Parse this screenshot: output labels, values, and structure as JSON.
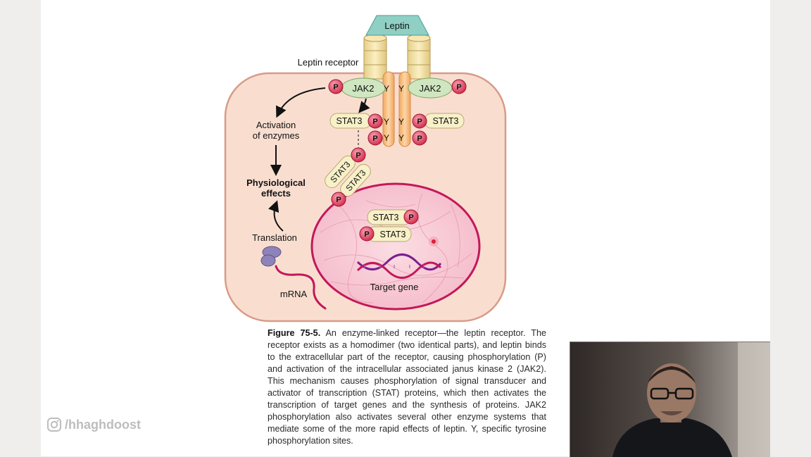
{
  "figure": {
    "labels": {
      "leptin": "Leptin",
      "leptin_receptor": "Leptin receptor",
      "jak2": "JAK2",
      "stat3": "STAT3",
      "phospho": "P",
      "tyrosine": "Y",
      "activation_line1": "Activation",
      "activation_line2": "of enzymes",
      "physiological_line1": "Physiological",
      "physiological_line2": "effects",
      "translation": "Translation",
      "mrna": "mRNA",
      "target_gene": "Target gene"
    },
    "caption": {
      "label": "Figure 75-5.",
      "text": "An enzyme-linked receptor—the leptin receptor. The receptor exists as a homodimer (two identical parts), and leptin binds to the extracellular part of the receptor, causing phosphorylation (P) and activation of the intracellular associated janus kinase 2 (JAK2). This mechanism causes phosphorylation of signal transducer and activator of transcription (STAT) proteins, which then activates the transcription of target genes and the synthesis of proteins. JAK2 phosphorylation also activates several other enzyme systems that mediate some of the more rapid effects of leptin. Y, specific tyrosine phosphorylation sites."
    }
  },
  "watermark": {
    "handle": "/hhaghdoost",
    "icon": "instagram-icon"
  },
  "colors": {
    "cell_fill": "#f9ded0",
    "cell_stroke": "#d89b88",
    "nucleus_fill": "#f7c9d3",
    "nucleus_stroke": "#c2185b",
    "receptor": "#f7c48e",
    "cylinder": "#f0dfa8",
    "leptin": "#8fcfc4",
    "jak2": "#cfe6c0",
    "stat3": "#f7f0c8",
    "phospho": "#e2465f"
  }
}
